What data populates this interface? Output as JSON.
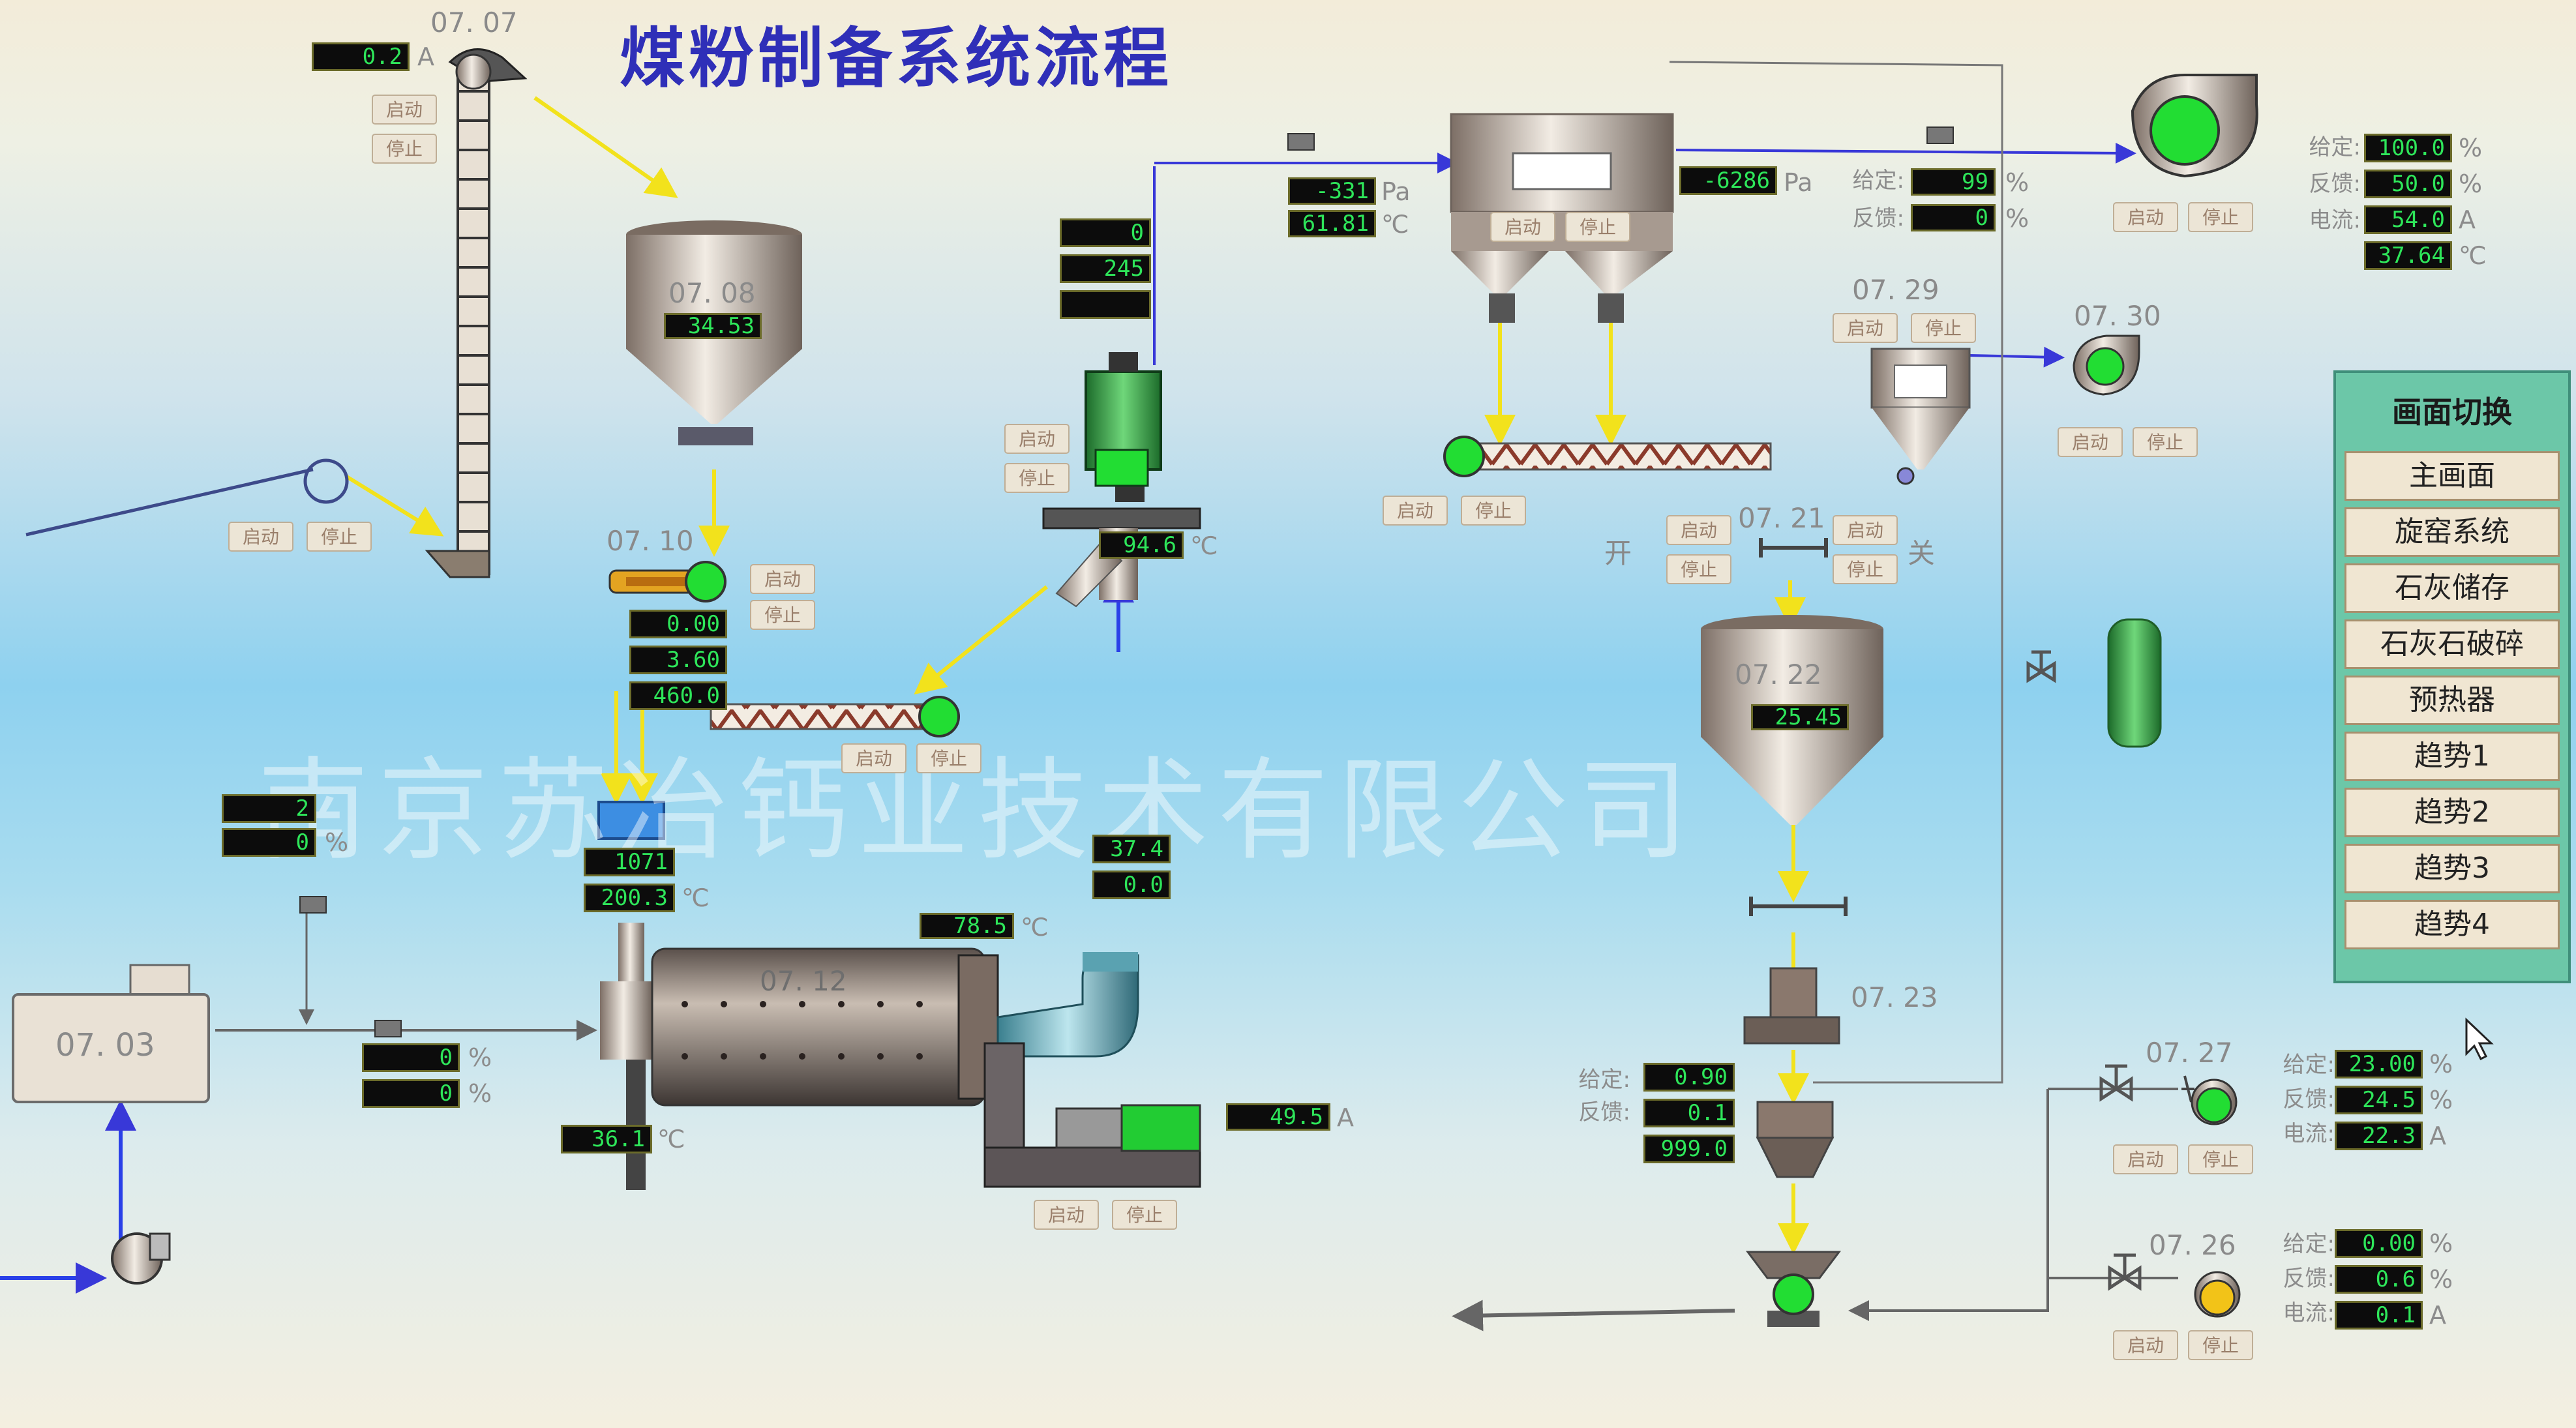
{
  "screen": {
    "title": "煤粉制备系统流程",
    "watermark": "南京苏冶钙业技术有限公司"
  },
  "equipment": {
    "e0707": "07. 07",
    "e0708": "07. 08",
    "e0710": "07. 10",
    "e0712": "07. 12",
    "e0703": "07. 03",
    "e0721": "07. 21",
    "e0722": "07. 22",
    "e0723": "07. 23",
    "e0726": "07. 26",
    "e0727": "07. 27",
    "e0729": "07. 29",
    "e0730": "07. 30"
  },
  "buttons": {
    "start": "启动",
    "stop": "停止",
    "open": "开",
    "close": "关"
  },
  "units": {
    "current": "A",
    "pressure": "Pa",
    "percent": "%",
    "celsius": "℃"
  },
  "params": {
    "setpoint": "给定:",
    "feedback": "反馈:",
    "current": "电流:"
  },
  "readings": {
    "elevator_current": "0.2",
    "bin0708_level": "34.53",
    "feeder_vals": [
      "0.00",
      "3.60",
      "460.0"
    ],
    "duct_pressure": "-331",
    "duct_temp": "61.81",
    "filter_pressure": "-6286",
    "damper_set": "99",
    "damper_fb": "0",
    "fan_set": "100.0",
    "fan_fb": "50.0",
    "fan_current": "54.0",
    "fan_temp": "37.64",
    "mill_panel_top": "0",
    "mill_panel_mid": "245",
    "separator_temp": "94.6",
    "bin0722_level": "25.45",
    "screw_vals": [
      "0.90",
      "0.1",
      "999.0"
    ],
    "pump0727": [
      "23.00",
      "24.5",
      "22.3"
    ],
    "pump0726": [
      "0.00",
      "0.6",
      "0.1"
    ],
    "mill_in_a": "1071",
    "mill_in_b": "200.3",
    "mill_out_a": "37.4",
    "mill_out_b": "0.0",
    "mill_top_temp": "78.5",
    "mill_bottom_temp": "36.1",
    "hot_air_a": "0",
    "hot_air_b": "0",
    "left_a": "2",
    "left_b": "0",
    "motor_current": "49.5"
  },
  "navigation": {
    "title": "画面切换",
    "items": [
      "主画面",
      "旋窑系统",
      "石灰储存",
      "石灰石破碎",
      "预热器",
      "趋势1",
      "趋势2",
      "趋势3",
      "趋势4"
    ]
  },
  "colors": {
    "title": "#2f2fb8",
    "running": "#22dd33",
    "display_text": "#2ee65a",
    "flow_arrow": "#f2e21c",
    "air_line": "#3838d8",
    "nav_panel": "#6cc7a8"
  }
}
